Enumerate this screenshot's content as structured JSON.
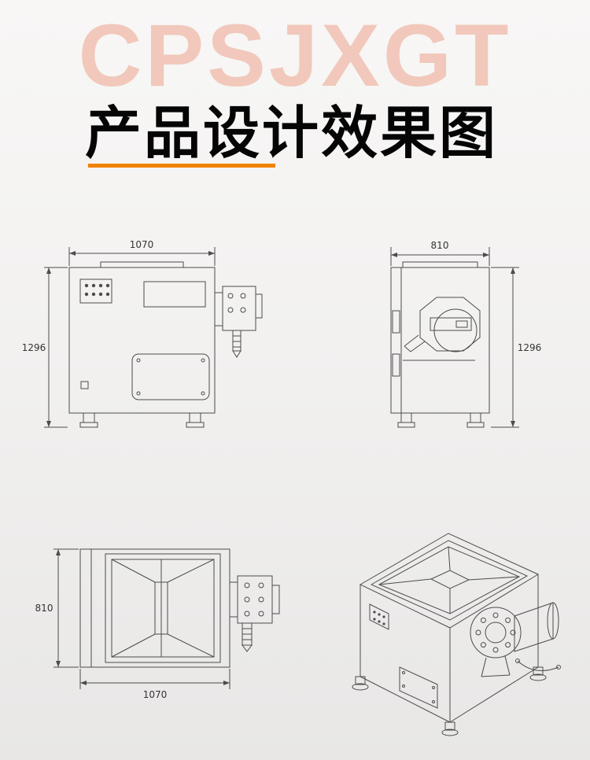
{
  "watermark": {
    "text": "CPSJXGT",
    "color": "#eda48c"
  },
  "title": {
    "text": "产品设计效果图",
    "underline_color": "#f08200"
  },
  "drawings": {
    "front_view": {
      "name": "front elevation",
      "width_dim": "1070",
      "height_dim": "1296"
    },
    "side_view": {
      "name": "side elevation",
      "width_dim": "810",
      "height_dim": "1296"
    },
    "top_view": {
      "name": "plan view",
      "width_dim": "1070",
      "height_dim": "810"
    },
    "iso_view": {
      "name": "isometric view"
    }
  }
}
